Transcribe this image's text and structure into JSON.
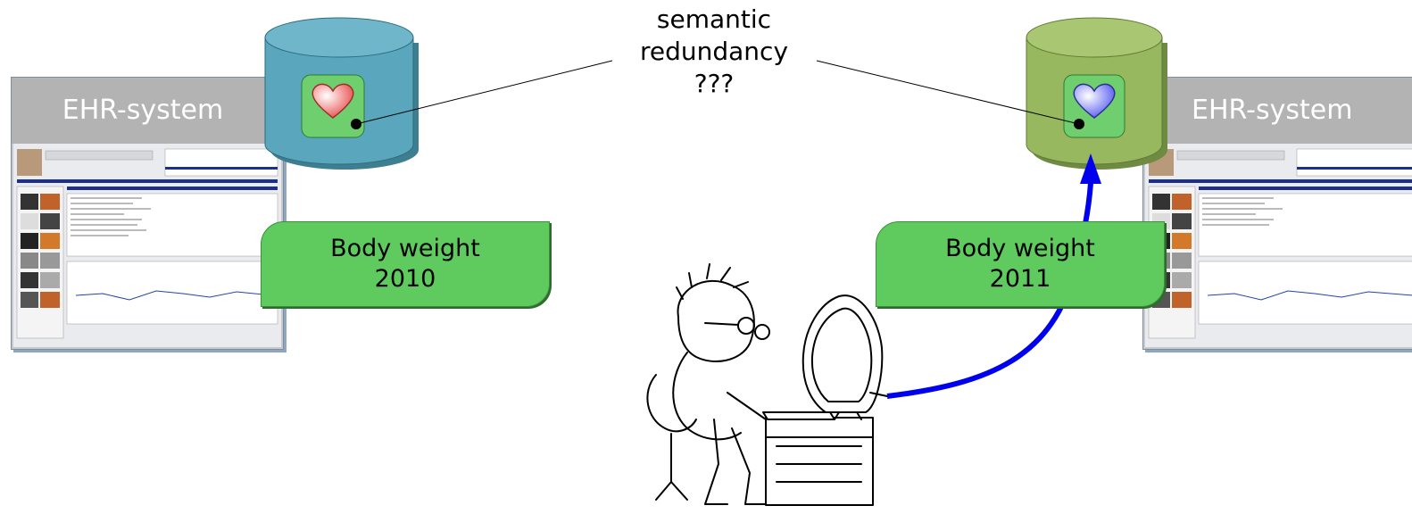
{
  "left_system": {
    "title": "EHR-system",
    "database_color": "#5aa6bd",
    "heart_color": "#e8524f"
  },
  "right_system": {
    "title": "EHR-system",
    "database_color": "#98b85f",
    "heart_color": "#5a5ef0"
  },
  "annotation": {
    "line1": "semantic",
    "line2": "redundancy",
    "line3": "???"
  },
  "label_left": {
    "line1": "Body weight",
    "line2": "2010"
  },
  "label_right": {
    "line1": "Body weight",
    "line2": "2011"
  },
  "colors": {
    "label_fill": "#5fcb5f",
    "arrow": "#0000ee"
  }
}
